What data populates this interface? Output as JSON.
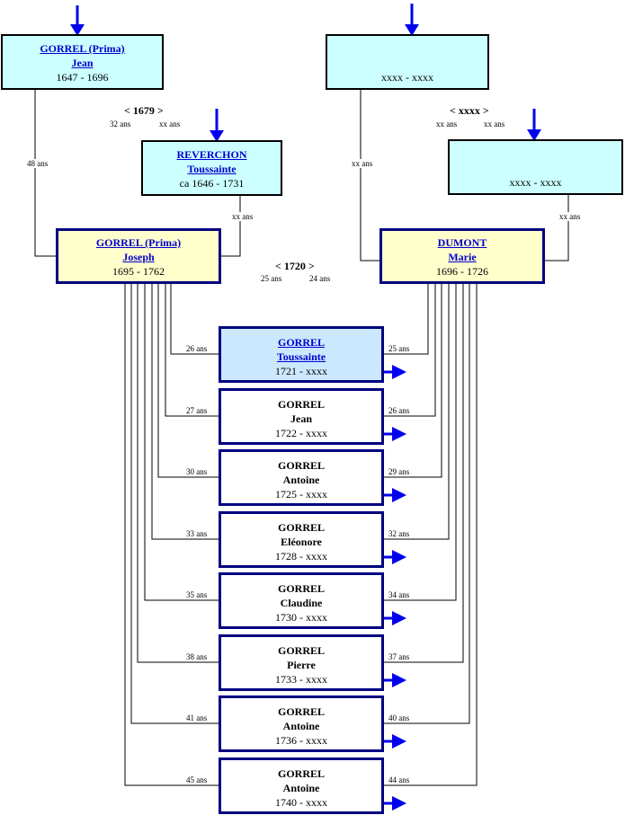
{
  "colors": {
    "line": "#000000",
    "arrow": "#0000ee",
    "ancestor_bg": "#ccffff",
    "parent_bg": "#ffffcc",
    "highlight_bg": "#cce8ff",
    "border": "#000080",
    "link": "#0000cc"
  },
  "paternal_grandfather": {
    "surname": "GORREL (Prima)",
    "firstname": "Jean",
    "dates": "1647 - 1696",
    "age": "48 ans"
  },
  "paternal_grandmother": {
    "surname": "REVERCHON",
    "firstname": "Toussainte",
    "dates": "ca 1646 - 1731",
    "age": "xx ans"
  },
  "paternal_marriage": {
    "year": "< 1679 >",
    "husband_age": "32 ans",
    "wife_age": "xx ans"
  },
  "maternal_grandfather": {
    "surname": "",
    "firstname": "",
    "dates": "xxxx - xxxx",
    "age": "xx ans"
  },
  "maternal_grandmother": {
    "surname": "",
    "firstname": "",
    "dates": "xxxx - xxxx",
    "age": "xx ans"
  },
  "maternal_marriage": {
    "year": "< xxxx >",
    "husband_age": "xx ans",
    "wife_age": "xx ans"
  },
  "father": {
    "surname": "GORREL (Prima)",
    "firstname": "Joseph",
    "dates": "1695 - 1762"
  },
  "mother": {
    "surname": "DUMONT",
    "firstname": "Marie",
    "dates": "1696 - 1726"
  },
  "parents_marriage": {
    "year": "< 1720 >",
    "husband_age": "25 ans",
    "wife_age": "24 ans"
  },
  "children": [
    {
      "surname": "GORREL",
      "firstname": "Toussainte",
      "dates": "1721 - xxxx",
      "father_age": "26 ans",
      "mother_age": "25 ans"
    },
    {
      "surname": "GORREL",
      "firstname": "Jean",
      "dates": "1722 - xxxx",
      "father_age": "27 ans",
      "mother_age": "26 ans"
    },
    {
      "surname": "GORREL",
      "firstname": "Antoine",
      "dates": "1725 - xxxx",
      "father_age": "30 ans",
      "mother_age": "29 ans"
    },
    {
      "surname": "GORREL",
      "firstname": "Eléonore",
      "dates": "1728 - xxxx",
      "father_age": "33 ans",
      "mother_age": "32 ans"
    },
    {
      "surname": "GORREL",
      "firstname": "Claudine",
      "dates": "1730 - xxxx",
      "father_age": "35 ans",
      "mother_age": "34 ans"
    },
    {
      "surname": "GORREL",
      "firstname": "Pierre",
      "dates": "1733 - xxxx",
      "father_age": "38 ans",
      "mother_age": "37 ans"
    },
    {
      "surname": "GORREL",
      "firstname": "Antoine",
      "dates": "1736 - xxxx",
      "father_age": "41 ans",
      "mother_age": "40 ans"
    },
    {
      "surname": "GORREL",
      "firstname": "Antoine",
      "dates": "1740 - xxxx",
      "father_age": "45 ans",
      "mother_age": "44 ans"
    }
  ]
}
